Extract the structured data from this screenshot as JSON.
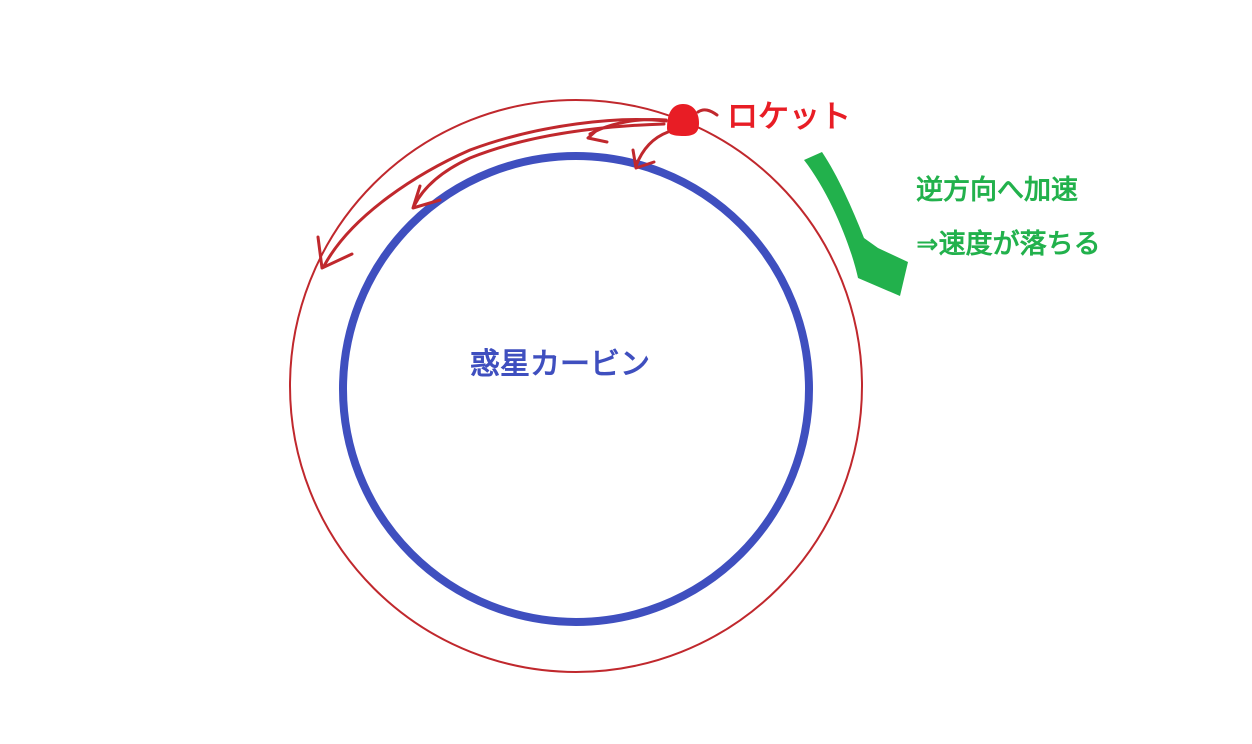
{
  "planet": {
    "label": "惑星カービン",
    "color": "#3f4fbf"
  },
  "rocket": {
    "label": "ロケット",
    "color": "#e81d25"
  },
  "orbit": {
    "color": "#c0282d"
  },
  "note": {
    "line1": "逆方向へ加速",
    "line2": "⇒速度が落ちる",
    "color": "#22b14c"
  }
}
